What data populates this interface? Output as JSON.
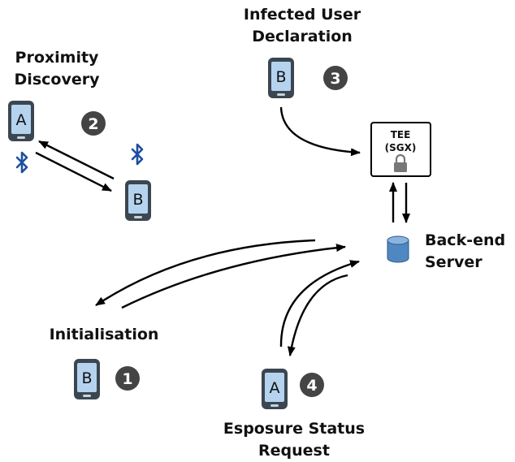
{
  "labels": {
    "proximity": [
      "Proximity",
      "Discovery"
    ],
    "infected": [
      "Infected User",
      "Declaration"
    ],
    "backend": [
      "Back-end",
      "Server"
    ],
    "init": "Initialisation",
    "exposure": [
      "Esposure Status",
      "Request"
    ]
  },
  "tee": {
    "line1": "TEE",
    "line2": "(SGX)"
  },
  "phones": {
    "a": "A",
    "b": "B"
  },
  "steps": {
    "one": "1",
    "two": "2",
    "three": "3",
    "four": "4"
  },
  "icons": [
    "smartphone-icon",
    "bluetooth-icon",
    "database-icon",
    "lock-icon"
  ],
  "colors": {
    "phone_body": "#3b4650",
    "phone_screen": "#b5d3ef",
    "bluetooth": "#1e4fa1",
    "step_badge": "#444444",
    "database": "#4f87c2"
  }
}
